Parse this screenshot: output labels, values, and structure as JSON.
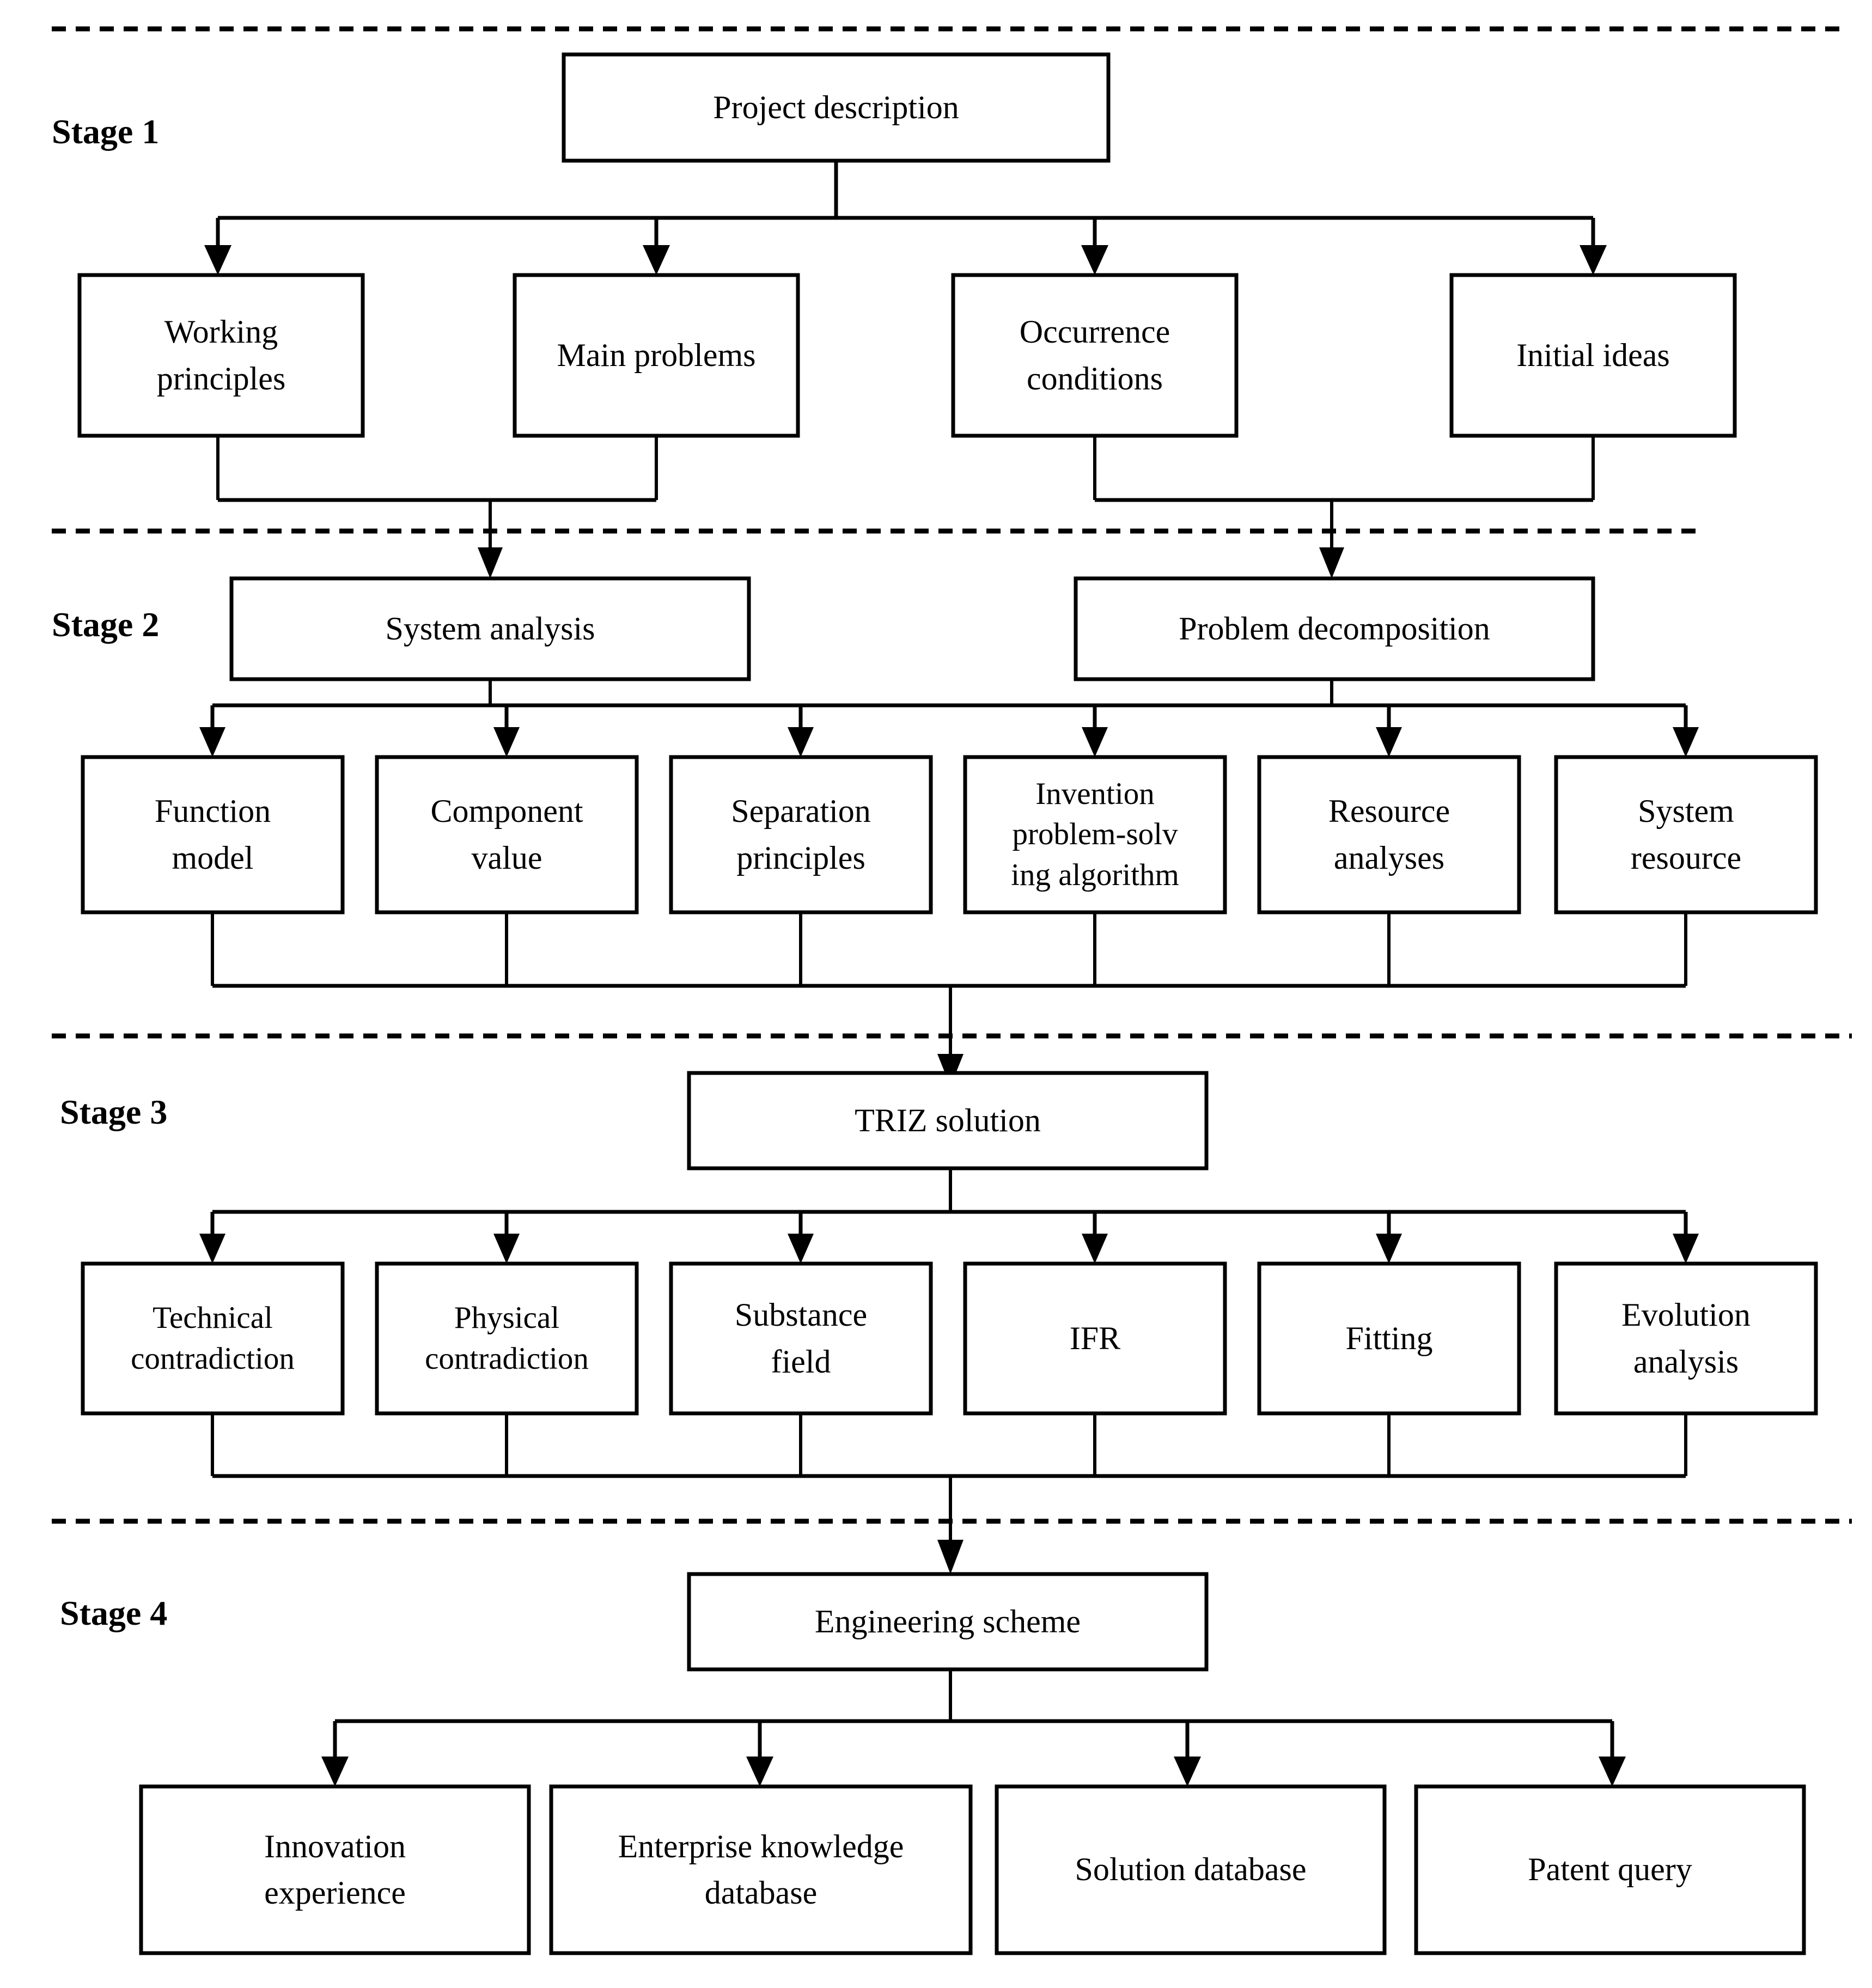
{
  "diagram": {
    "title": "TRIZ four-stage innovation problem solving flowchart",
    "background_color": "#ffffff",
    "line_color": "#000000",
    "stage_labels": [
      {
        "id": "stage-1",
        "text": "Stage 1"
      },
      {
        "id": "stage-2",
        "text": "Stage 2"
      },
      {
        "id": "stage-3",
        "text": "Stage 3"
      },
      {
        "id": "stage-4",
        "text": "Stage 4"
      }
    ],
    "nodes": {
      "project_description": "Project description",
      "working_principles": "Working\nprinciples",
      "main_problems": "Main problems",
      "occurrence_conditions": "Occurrence\nconditions",
      "initial_ideas": "Initial ideas",
      "system_analysis": "System analysis",
      "problem_decomposition": "Problem decomposition",
      "function_model": "Function\nmodel",
      "component_value": "Component\nvalue",
      "separation_principles": "Separation\nprinciples",
      "invention_algorithm": "Invention\nproblem-solv\ning algorithm",
      "resource_analyses": "Resource\nanalyses",
      "system_resource": "System\nresource",
      "triz_solution": "TRIZ solution",
      "technical_contradiction": "Technical\ncontradiction",
      "physical_contradiction": "Physical\ncontradiction",
      "substance_field": "Substance\nfield",
      "ifr": "IFR",
      "fitting": "Fitting",
      "evolution_analysis": "Evolution\nanalysis",
      "engineering_scheme": "Engineering scheme",
      "innovation_experience": "Innovation\nexperience",
      "enterprise_knowledge_database": "Enterprise knowledge\ndatabase",
      "solution_database": "Solution database",
      "patent_query": "Patent query"
    }
  }
}
